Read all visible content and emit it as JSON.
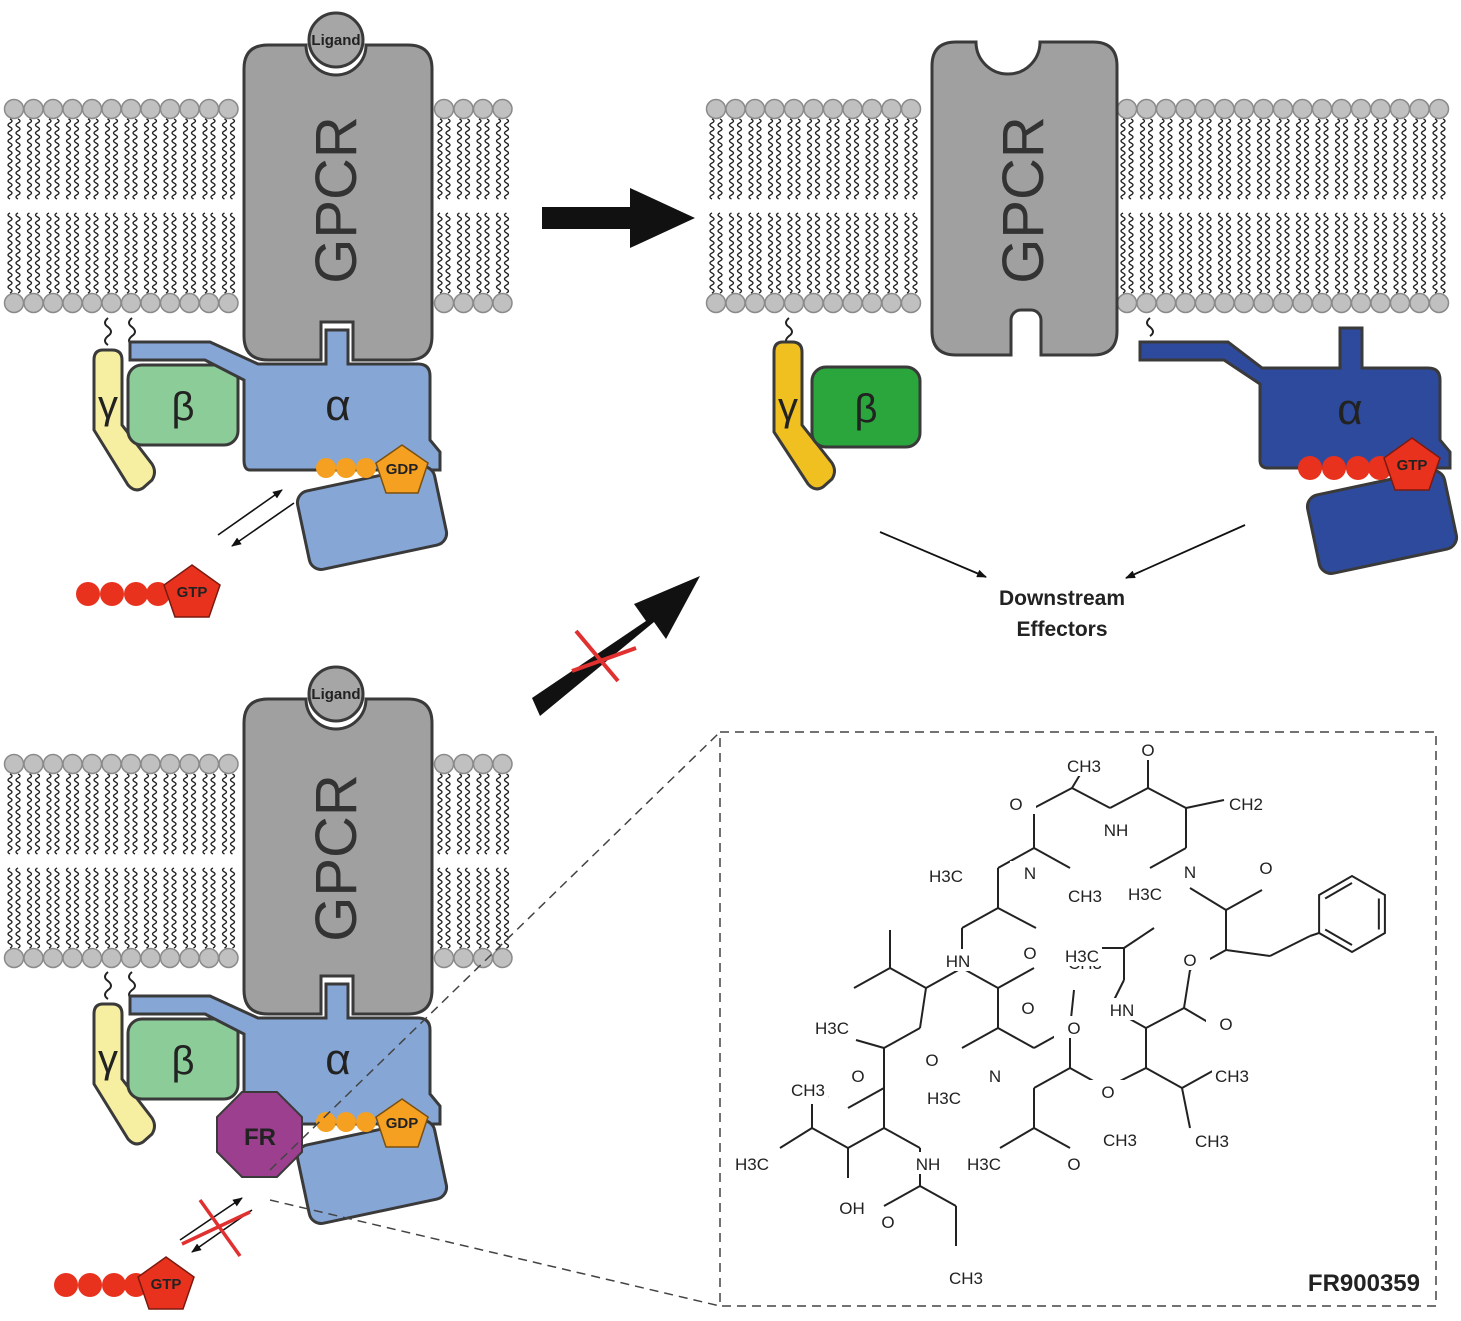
{
  "labels": {
    "ligand": "Ligand",
    "gpcr": "GPCR",
    "gamma": "γ",
    "beta": "β",
    "alpha": "α",
    "gdp": "GDP",
    "gtp": "GTP",
    "fr": "FR",
    "downstream_line1": "Downstream",
    "downstream_line2": "Effectors",
    "compound_name": "FR900359"
  },
  "molecule_atoms": [
    "CH3",
    "O",
    "O",
    "NH",
    "CH2",
    "N",
    "H3C",
    "CH3",
    "H3C",
    "N",
    "O",
    "HN",
    "O",
    "CH3",
    "H3C",
    "O",
    "O",
    "HN",
    "O",
    "O",
    "H3C",
    "O",
    "N",
    "H3C",
    "O",
    "CH3",
    "CH3",
    "O",
    "CH3",
    "CH3",
    "H3C",
    "NH",
    "H3C",
    "O",
    "CH3",
    "OH",
    "O",
    "CH3"
  ],
  "colors": {
    "gpcr": "#a0a0a0",
    "lipid_head": "#c0c0c0",
    "gamma_inactive": "#f6eea0",
    "beta_inactive": "#8ccc98",
    "alpha_inactive": "#86a6d6",
    "gamma_active": "#f0c020",
    "beta_active": "#2aa63c",
    "alpha_active": "#2e4a9c",
    "gdp": "#f5a021",
    "gtp": "#e8321e",
    "fr": "#9c3f8e",
    "block_x": "#e03030"
  }
}
